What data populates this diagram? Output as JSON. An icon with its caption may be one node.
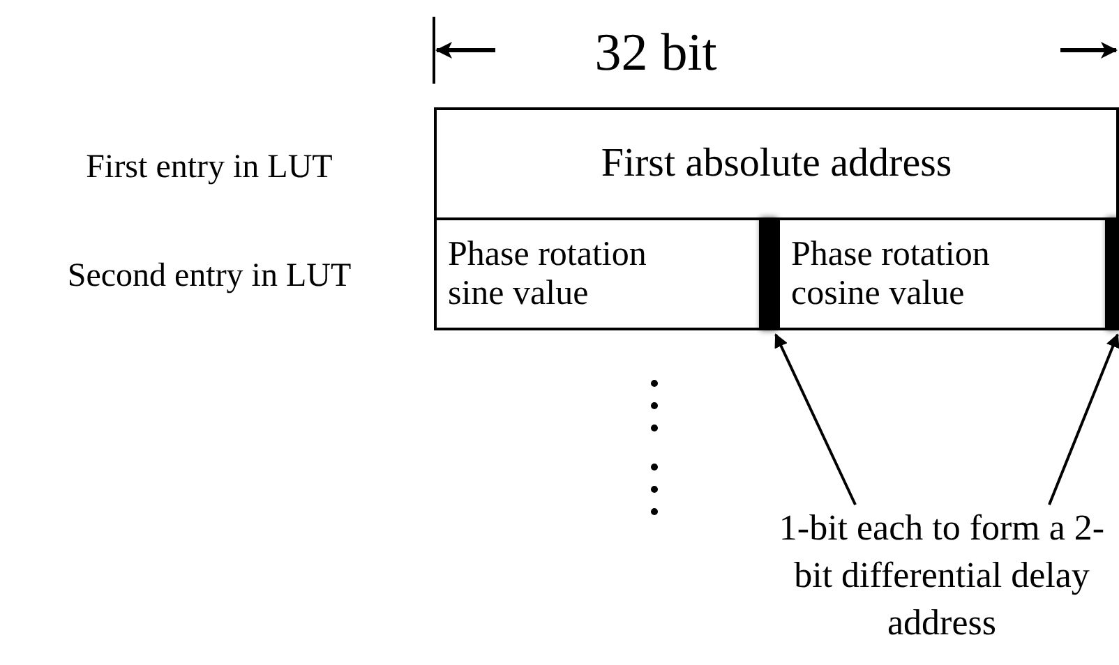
{
  "diagram": {
    "nodes": [
      {
        "text": [
          "First absolute address"
        ]
      },
      {
        "text": [
          "Phase rotation sine value"
        ]
      },
      {
        "text": [],
        "shape": "bar"
      },
      {
        "text": [
          "Phase rotation cosine value"
        ]
      },
      {
        "text": [],
        "shape": "bar"
      },
      {
        "text": [
          "1-bit each to form a 2-bit differential delay address"
        ]
      }
    ],
    "edges": [
      {
        "from": 5,
        "to": 2,
        "arrow": "to"
      },
      {
        "from": 5,
        "to": 4,
        "arrow": "to"
      }
    ],
    "labels": [
      "32 bit",
      "First entry in LUT",
      "Second entry in LUT"
    ]
  }
}
